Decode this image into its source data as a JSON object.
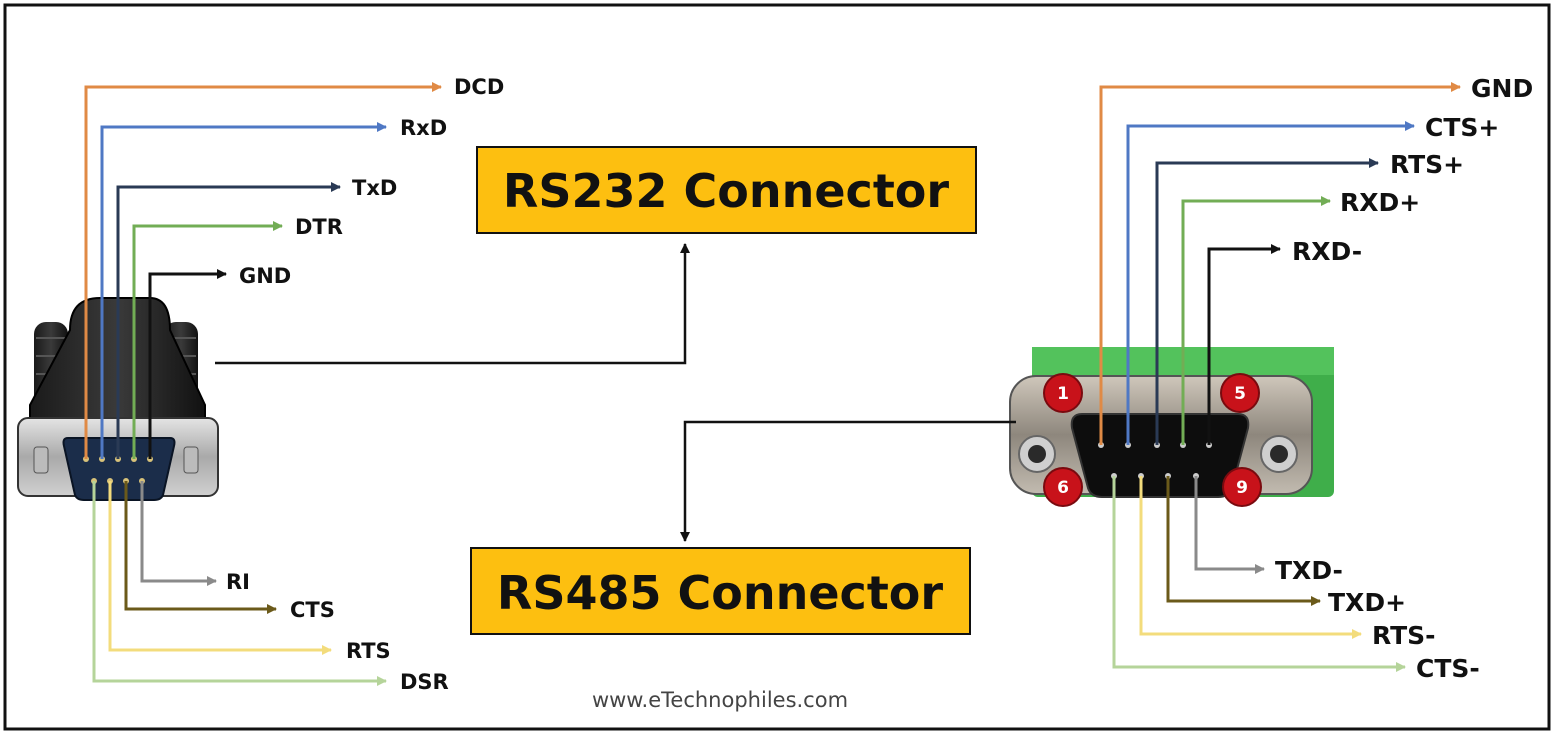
{
  "rs232": {
    "title": "RS232 Connector",
    "top_pins": [
      {
        "label": "DCD",
        "color": "#e08a45"
      },
      {
        "label": "RxD",
        "color": "#4f78c4"
      },
      {
        "label": "TxD",
        "color": "#2a3a55"
      },
      {
        "label": "DTR",
        "color": "#72ad55"
      },
      {
        "label": "GND",
        "color": "#111111"
      }
    ],
    "bottom_pins": [
      {
        "label": "RI",
        "color": "#8a8a8a"
      },
      {
        "label": "CTS",
        "color": "#6b5a1a"
      },
      {
        "label": "RTS",
        "color": "#f3dc7c"
      },
      {
        "label": "DSR",
        "color": "#b5d49a"
      }
    ]
  },
  "rs485": {
    "title": "RS485 Connector",
    "top_pins": [
      {
        "label": "GND",
        "color": "#e08a45"
      },
      {
        "label": "CTS+",
        "color": "#4f78c4"
      },
      {
        "label": "RTS+",
        "color": "#2a3a55"
      },
      {
        "label": "RXD+",
        "color": "#72ad55"
      },
      {
        "label": "RXD-",
        "color": "#111111"
      }
    ],
    "bottom_pins": [
      {
        "label": "TXD-",
        "color": "#8a8a8a"
      },
      {
        "label": "TXD+",
        "color": "#6b5a1a"
      },
      {
        "label": "RTS-",
        "color": "#f3dc7c"
      },
      {
        "label": "CTS-",
        "color": "#b5d49a"
      }
    ],
    "pin_numbers": [
      "1",
      "5",
      "6",
      "9"
    ]
  },
  "colors": {
    "title_bg": "#fdbf10",
    "pin_marker": "#c8121a",
    "terminal_green": "#3fae4a"
  },
  "watermark": "www.eTechnophiles.com"
}
